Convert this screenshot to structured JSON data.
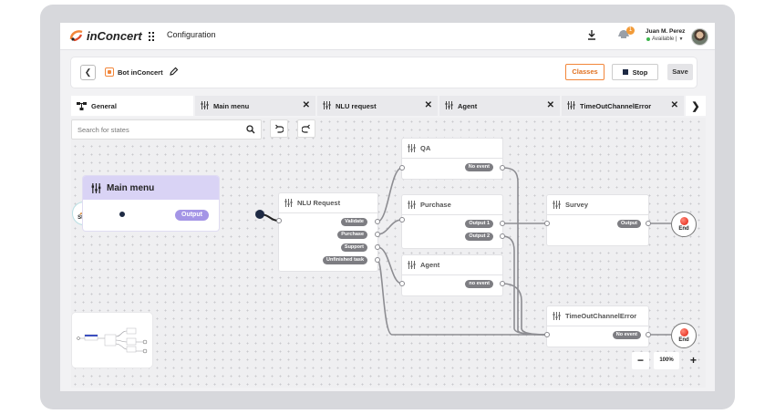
{
  "header": {
    "brand": "inConcert",
    "app_title": "Configuration",
    "notification_count": "1",
    "user_name": "Juan M. Perez",
    "user_status": "Available |"
  },
  "botbar": {
    "bot_name": "Bot inConcert",
    "classes_label": "Classes",
    "stop_label": "Stop",
    "save_label": "Save"
  },
  "tabs": [
    {
      "label": "General",
      "active": true
    },
    {
      "label": "Main menu"
    },
    {
      "label": "NLU request"
    },
    {
      "label": "Agent"
    },
    {
      "label": "TimeOutChannelError"
    }
  ],
  "search": {
    "placeholder": "Search for states"
  },
  "flow": {
    "start_label": "Start",
    "main_menu": {
      "title": "Main menu",
      "output": "Output"
    },
    "nlu_request": {
      "title": "NLU Request",
      "outputs": [
        "Validate",
        "Purchase",
        "Support",
        "Unfinished task"
      ]
    },
    "qa": {
      "title": "QA",
      "outputs": [
        "No event"
      ]
    },
    "purchase": {
      "title": "Purchase",
      "outputs": [
        "Output 1",
        "Output 2"
      ]
    },
    "agent": {
      "title": "Agent",
      "outputs": [
        "no event"
      ]
    },
    "survey": {
      "title": "Survey",
      "outputs": [
        "Output"
      ]
    },
    "timeout": {
      "title": "TimeOutChannelError",
      "outputs": [
        "No event"
      ]
    },
    "end_label": "End"
  },
  "zoom": {
    "level": "100%",
    "minus": "−",
    "plus": "+"
  },
  "colors": {
    "accent": "#f2863a",
    "main_node_header": "#d9d3f5",
    "output_pill": "#a495e6",
    "end_red": "#e11b0c"
  }
}
